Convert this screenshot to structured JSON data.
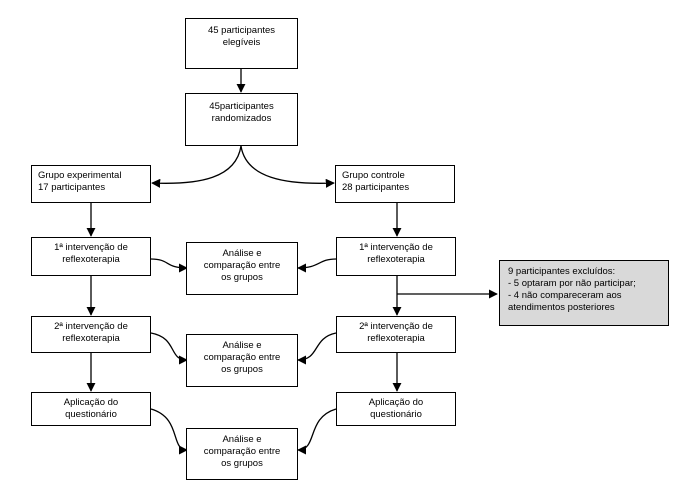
{
  "boxes": {
    "eligible": "45 participantes\nelegíveis",
    "randomized": "45participantes\nrandomizados",
    "group_exp": "Grupo experimental\n17 participantes",
    "group_ctrl": "Grupo controle\n28 participantes",
    "exp_int1": "1ª intervenção de\nreflexoterapia",
    "ctrl_int1": "1ª intervenção de\nreflexoterapia",
    "analysis1": "Análise e\ncomparação entre\nos grupos",
    "excluded": "9 participantes excluídos:\n- 5 optaram por não participar;\n- 4 não compareceram aos\natendimentos posteriores",
    "exp_int2": "2ª intervenção de\nreflexoterapia",
    "ctrl_int2": "2ª intervenção de\nreflexoterapia",
    "analysis2": "Análise e\ncomparação entre\nos grupos",
    "exp_quest": "Aplicação do\nquestionário",
    "ctrl_quest": "Aplicação do\nquestionário",
    "analysis3": "Análise e\ncomparação entre\nos grupos"
  },
  "colors": {
    "stroke": "#000000",
    "excluded_fill": "#d9d9d9"
  }
}
